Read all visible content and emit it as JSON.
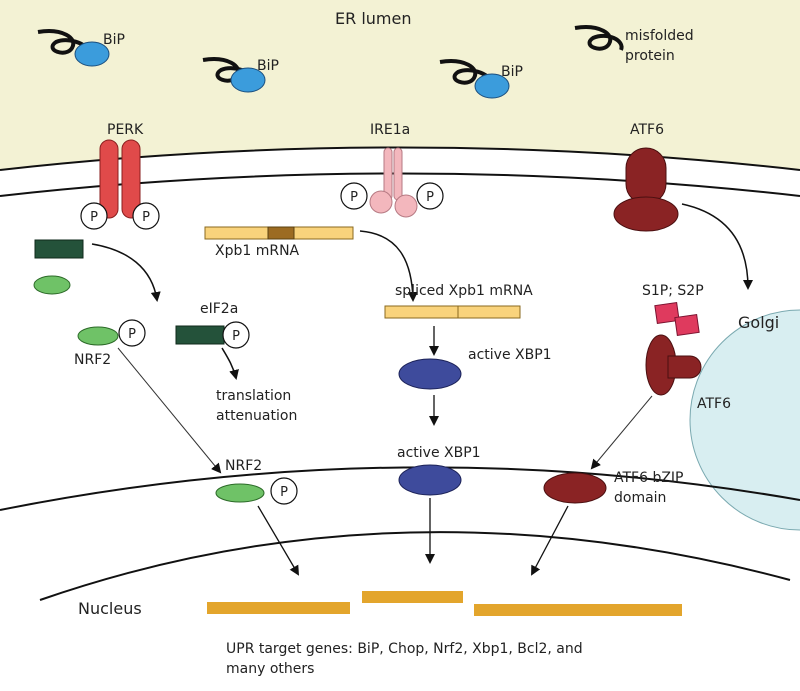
{
  "compartments": {
    "er_lumen": "ER  lumen",
    "golgi": "Golgi",
    "nucleus": "Nucleus"
  },
  "chaperone": "BiP",
  "misfolded_label": [
    "misfolded",
    "protein"
  ],
  "phospho": "P",
  "sensors": {
    "perk": "PERK",
    "ire1a": "IRE1a",
    "atf6": "ATF6"
  },
  "perk_branch": {
    "nrf2": "NRF2",
    "eif2a": "eIF2a",
    "translation": [
      "translation",
      "attenuation"
    ],
    "nrf2_nuclear": "NRF2"
  },
  "ire1_branch": {
    "mrna": "Xpb1  mRNA",
    "spliced": "spliced Xpb1  mRNA",
    "active_xbp1": "active XBP1",
    "active_xbp1_nuclear": "active XBP1"
  },
  "atf6_branch": {
    "proteases": "S1P;  S2P",
    "atf6_golgi": "ATF6",
    "bzip": [
      "ATF6  bZIP",
      "domain"
    ]
  },
  "targets": [
    "UPR target genes:  BiP,  Chop,  Nrf2,  Xbp1,  Bcl2,  and",
    "many others"
  ],
  "colors": {
    "lumen": "#f3f2d4",
    "perk": "#e04a4a",
    "ire1": "#f3b7bd",
    "atf6": "#8a2324",
    "eif2a": "#24523a",
    "nrf2": "#6fc267",
    "xbp1": "#3e4b9c",
    "mrna": "#f9d37c",
    "gene": "#e3a52c",
    "protease": "#df3a5e",
    "golgi": "#d8eef1",
    "bip": "#3b9cdc"
  }
}
